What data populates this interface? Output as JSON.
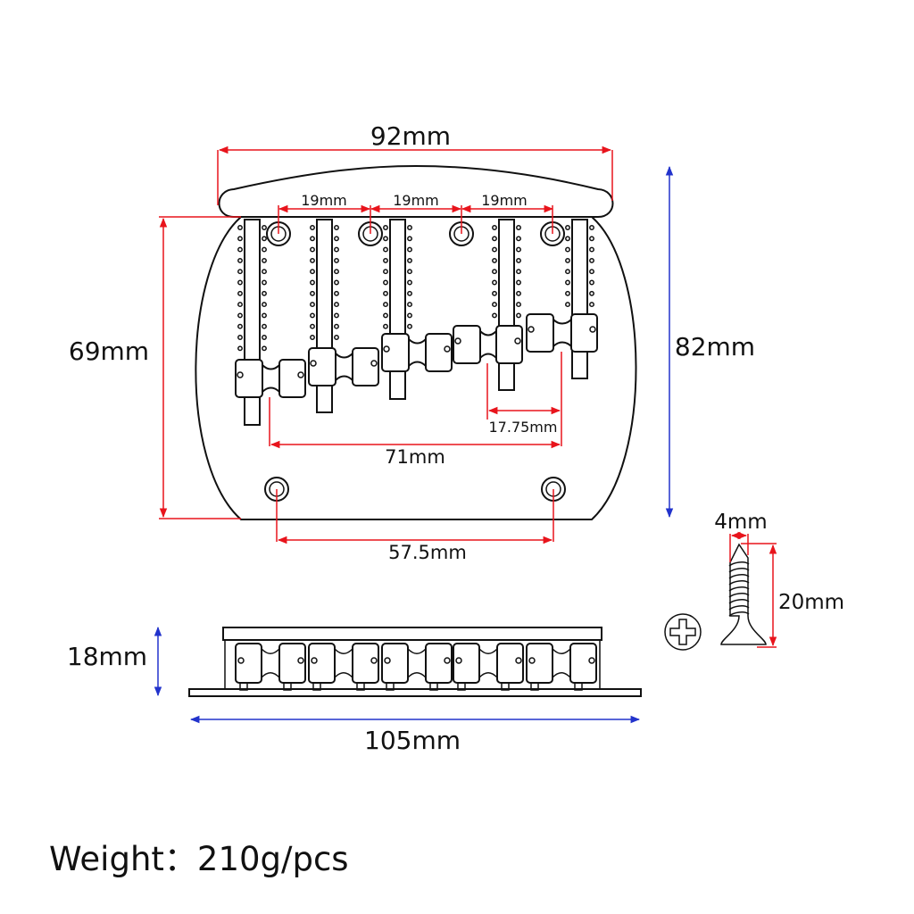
{
  "dimensions": {
    "width_top": "92mm",
    "string_spacing": [
      "19mm",
      "19mm",
      "19mm"
    ],
    "height_plate": "69mm",
    "height_total": "82mm",
    "saddle_travel": "17.75mm",
    "saddle_span": "71mm",
    "mount_hole_spacing": "57.5mm",
    "side_height": "18mm",
    "base_length": "105mm",
    "screw_diameter": "4mm",
    "screw_length": "20mm"
  },
  "weight": "Weight：210g/pcs",
  "colors": {
    "dimension_red": "#e8141c",
    "dimension_blue": "#2233cc",
    "outline": "#111111"
  }
}
